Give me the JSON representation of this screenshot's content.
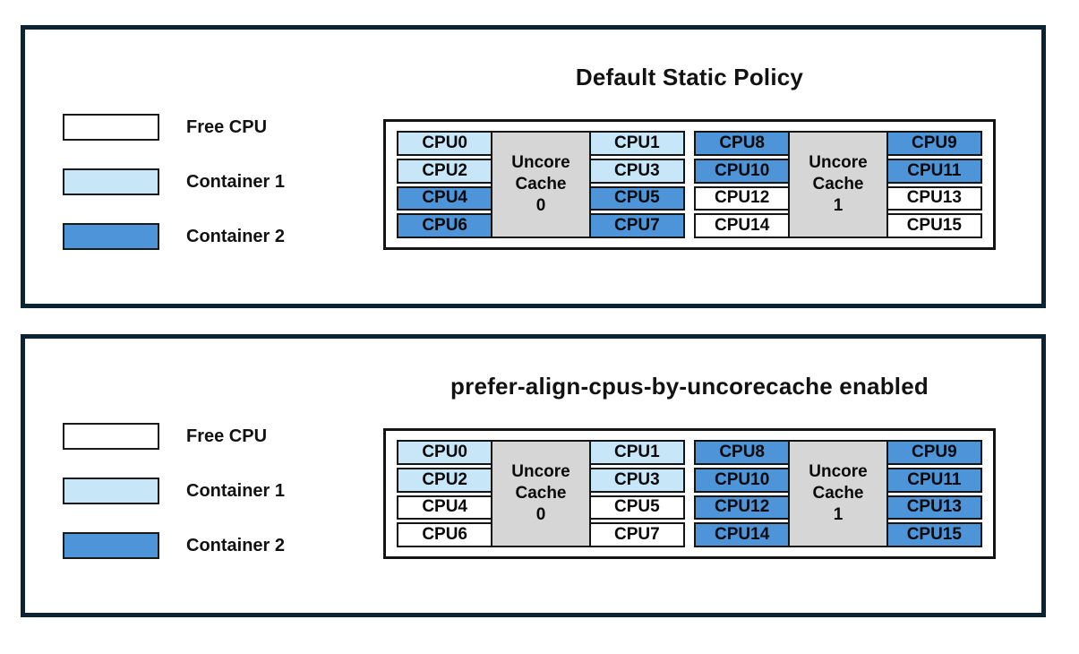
{
  "colors": {
    "free": "#FFFFFF",
    "container1": "#C7E6F8",
    "container2": "#4D94D9",
    "cache": "#D6D6D6",
    "panel_border": "#0B2433"
  },
  "legend": {
    "items": [
      {
        "label": "Free CPU",
        "type": "free"
      },
      {
        "label": "Container 1",
        "type": "container1"
      },
      {
        "label": "Container 2",
        "type": "container2"
      }
    ]
  },
  "panels": [
    {
      "title": "Default Static Policy",
      "clusters": [
        {
          "cache_label": "Uncore\nCache\n0",
          "left": [
            {
              "label": "CPU0",
              "type": "container1"
            },
            {
              "label": "CPU2",
              "type": "container1"
            },
            {
              "label": "CPU4",
              "type": "container2"
            },
            {
              "label": "CPU6",
              "type": "container2"
            }
          ],
          "right": [
            {
              "label": "CPU1",
              "type": "container1"
            },
            {
              "label": "CPU3",
              "type": "container1"
            },
            {
              "label": "CPU5",
              "type": "container2"
            },
            {
              "label": "CPU7",
              "type": "container2"
            }
          ]
        },
        {
          "cache_label": "Uncore\nCache\n1",
          "left": [
            {
              "label": "CPU8",
              "type": "container2"
            },
            {
              "label": "CPU10",
              "type": "container2"
            },
            {
              "label": "CPU12",
              "type": "free"
            },
            {
              "label": "CPU14",
              "type": "free"
            }
          ],
          "right": [
            {
              "label": "CPU9",
              "type": "container2"
            },
            {
              "label": "CPU11",
              "type": "container2"
            },
            {
              "label": "CPU13",
              "type": "free"
            },
            {
              "label": "CPU15",
              "type": "free"
            }
          ]
        }
      ]
    },
    {
      "title": "prefer-align-cpus-by-uncorecache enabled",
      "clusters": [
        {
          "cache_label": "Uncore\nCache\n0",
          "left": [
            {
              "label": "CPU0",
              "type": "container1"
            },
            {
              "label": "CPU2",
              "type": "container1"
            },
            {
              "label": "CPU4",
              "type": "free"
            },
            {
              "label": "CPU6",
              "type": "free"
            }
          ],
          "right": [
            {
              "label": "CPU1",
              "type": "container1"
            },
            {
              "label": "CPU3",
              "type": "container1"
            },
            {
              "label": "CPU5",
              "type": "free"
            },
            {
              "label": "CPU7",
              "type": "free"
            }
          ]
        },
        {
          "cache_label": "Uncore\nCache\n1",
          "left": [
            {
              "label": "CPU8",
              "type": "container2"
            },
            {
              "label": "CPU10",
              "type": "container2"
            },
            {
              "label": "CPU12",
              "type": "container2"
            },
            {
              "label": "CPU14",
              "type": "container2"
            }
          ],
          "right": [
            {
              "label": "CPU9",
              "type": "container2"
            },
            {
              "label": "CPU11",
              "type": "container2"
            },
            {
              "label": "CPU13",
              "type": "container2"
            },
            {
              "label": "CPU15",
              "type": "container2"
            }
          ]
        }
      ]
    }
  ]
}
